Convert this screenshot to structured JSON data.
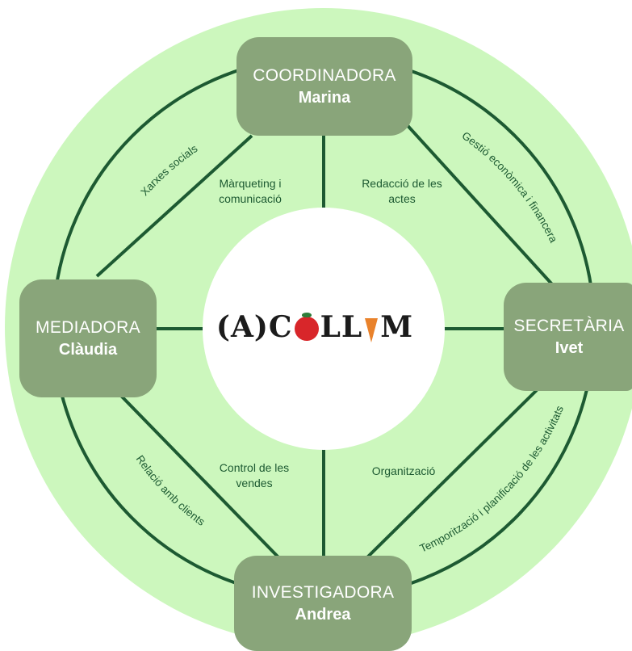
{
  "roles": {
    "top": {
      "title": "COORDINADORA",
      "name": "Marina"
    },
    "left": {
      "title": "MEDIADORA",
      "name": "Clàudia"
    },
    "right": {
      "title": "SECRETÀRIA",
      "name": "Ivet"
    },
    "bottom": {
      "title": "INVESTIGADORA",
      "name": "Andrea"
    }
  },
  "logo": {
    "text_a": "(A)C",
    "text_b": "LL",
    "text_c": "M"
  },
  "inner_labels": {
    "marketing": "Màrqueting i comunicació",
    "minutes": "Redacció de les actes",
    "sales": "Control de les vendes",
    "organization": "Organització"
  },
  "curved_labels": {
    "social": "Xarxes socials",
    "finance": "Gestió econòmica i financera",
    "clients": "Relació amb clients",
    "scheduling": "Temporització i planificació de les activitats"
  },
  "colors": {
    "outer_circle": "#ccf7bd",
    "inner_circle": "#ffffff",
    "lines": "#1d5a32",
    "boxes": "#89a57a",
    "logo_tomato": "#d8262a",
    "logo_carrot": "#e9822b"
  }
}
